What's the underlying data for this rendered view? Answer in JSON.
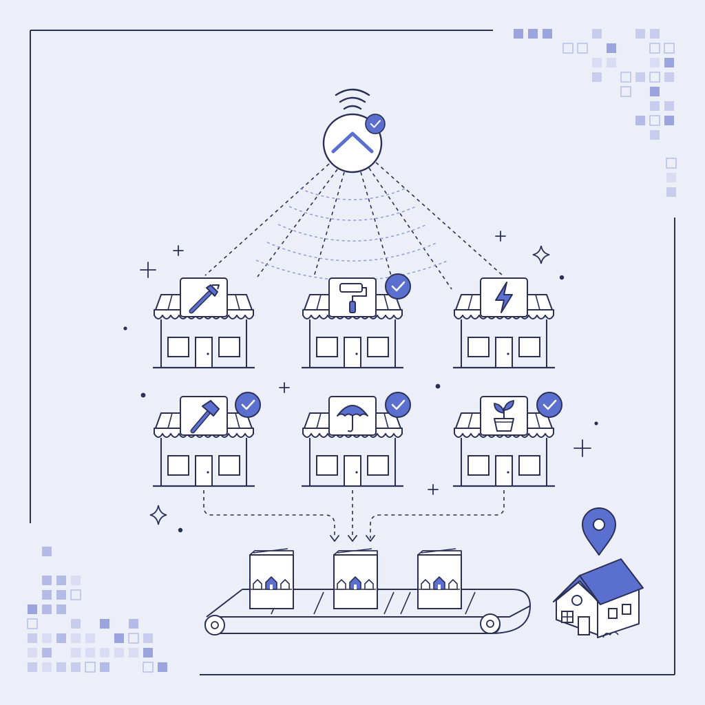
{
  "colors": {
    "background": "#eceef8",
    "ink": "#2b2f55",
    "accent": "#5b6fcf",
    "accent_light": "#a9b3e6",
    "fill_light": "#ffffff"
  },
  "hub": {
    "icon": "chevron-up-icon",
    "verified": true,
    "signal": "wifi-signal-icon"
  },
  "stores": [
    {
      "id": "plumbing",
      "icon": "wrench-icon",
      "verified": false
    },
    {
      "id": "painting",
      "icon": "paint-roller-icon",
      "verified": true
    },
    {
      "id": "electrical",
      "icon": "lightning-bolt-icon",
      "verified": false
    },
    {
      "id": "carpentry",
      "icon": "hammer-icon",
      "verified": true
    },
    {
      "id": "roofing",
      "icon": "umbrella-icon",
      "verified": true
    },
    {
      "id": "gardening",
      "icon": "potted-plant-icon",
      "verified": true
    }
  ],
  "conveyor": {
    "brochures": [
      {
        "icon": "houses-icon"
      },
      {
        "icon": "houses-icon"
      },
      {
        "icon": "houses-icon"
      }
    ]
  },
  "destination": {
    "icon": "house-icon",
    "marker": "location-pin-icon"
  }
}
